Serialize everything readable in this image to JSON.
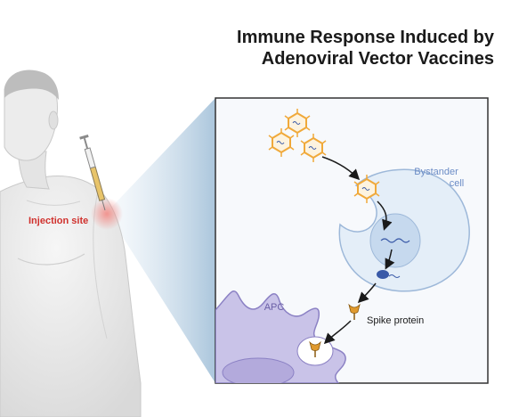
{
  "title": {
    "line1": "Immune Response Induced by",
    "line2": "Adenoviral Vector Vaccines"
  },
  "labels": {
    "injection_site": "Injection site",
    "bystander_line1": "Bystander",
    "bystander_line2": "cell",
    "apc": "APC",
    "spike_protein": "Spike protein"
  },
  "colors": {
    "injection_label": "#d0312d",
    "bystander_label": "#6b8cc6",
    "apc_label": "#6a5fa6",
    "virus_orange": "#f0a93a",
    "cell_fill": "#e4eef8",
    "apc_fill": "#c9c3e8",
    "panel_border": "#333333",
    "spike": "#e09a2e"
  }
}
